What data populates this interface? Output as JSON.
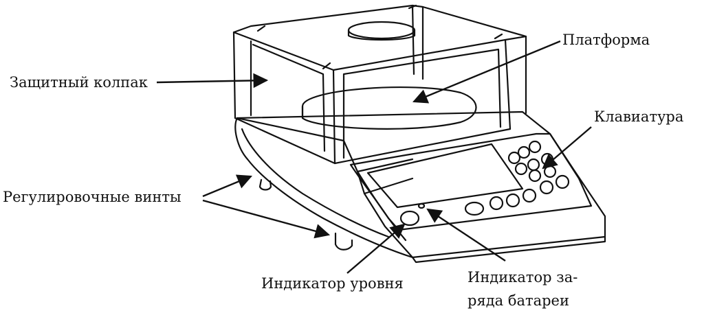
{
  "labels": {
    "protective_cover": "Защитный колпак",
    "platform": "Платформа",
    "keyboard": "Клавиатура",
    "adjusting_screws": "Регулировочные винты",
    "level_indicator": "Индикатор уровня",
    "battery_indicator_line1": "Индикатор за-",
    "battery_indicator_line2": "ряда батареи"
  },
  "colors": {
    "ink": "#111111",
    "background": "#ffffff"
  }
}
